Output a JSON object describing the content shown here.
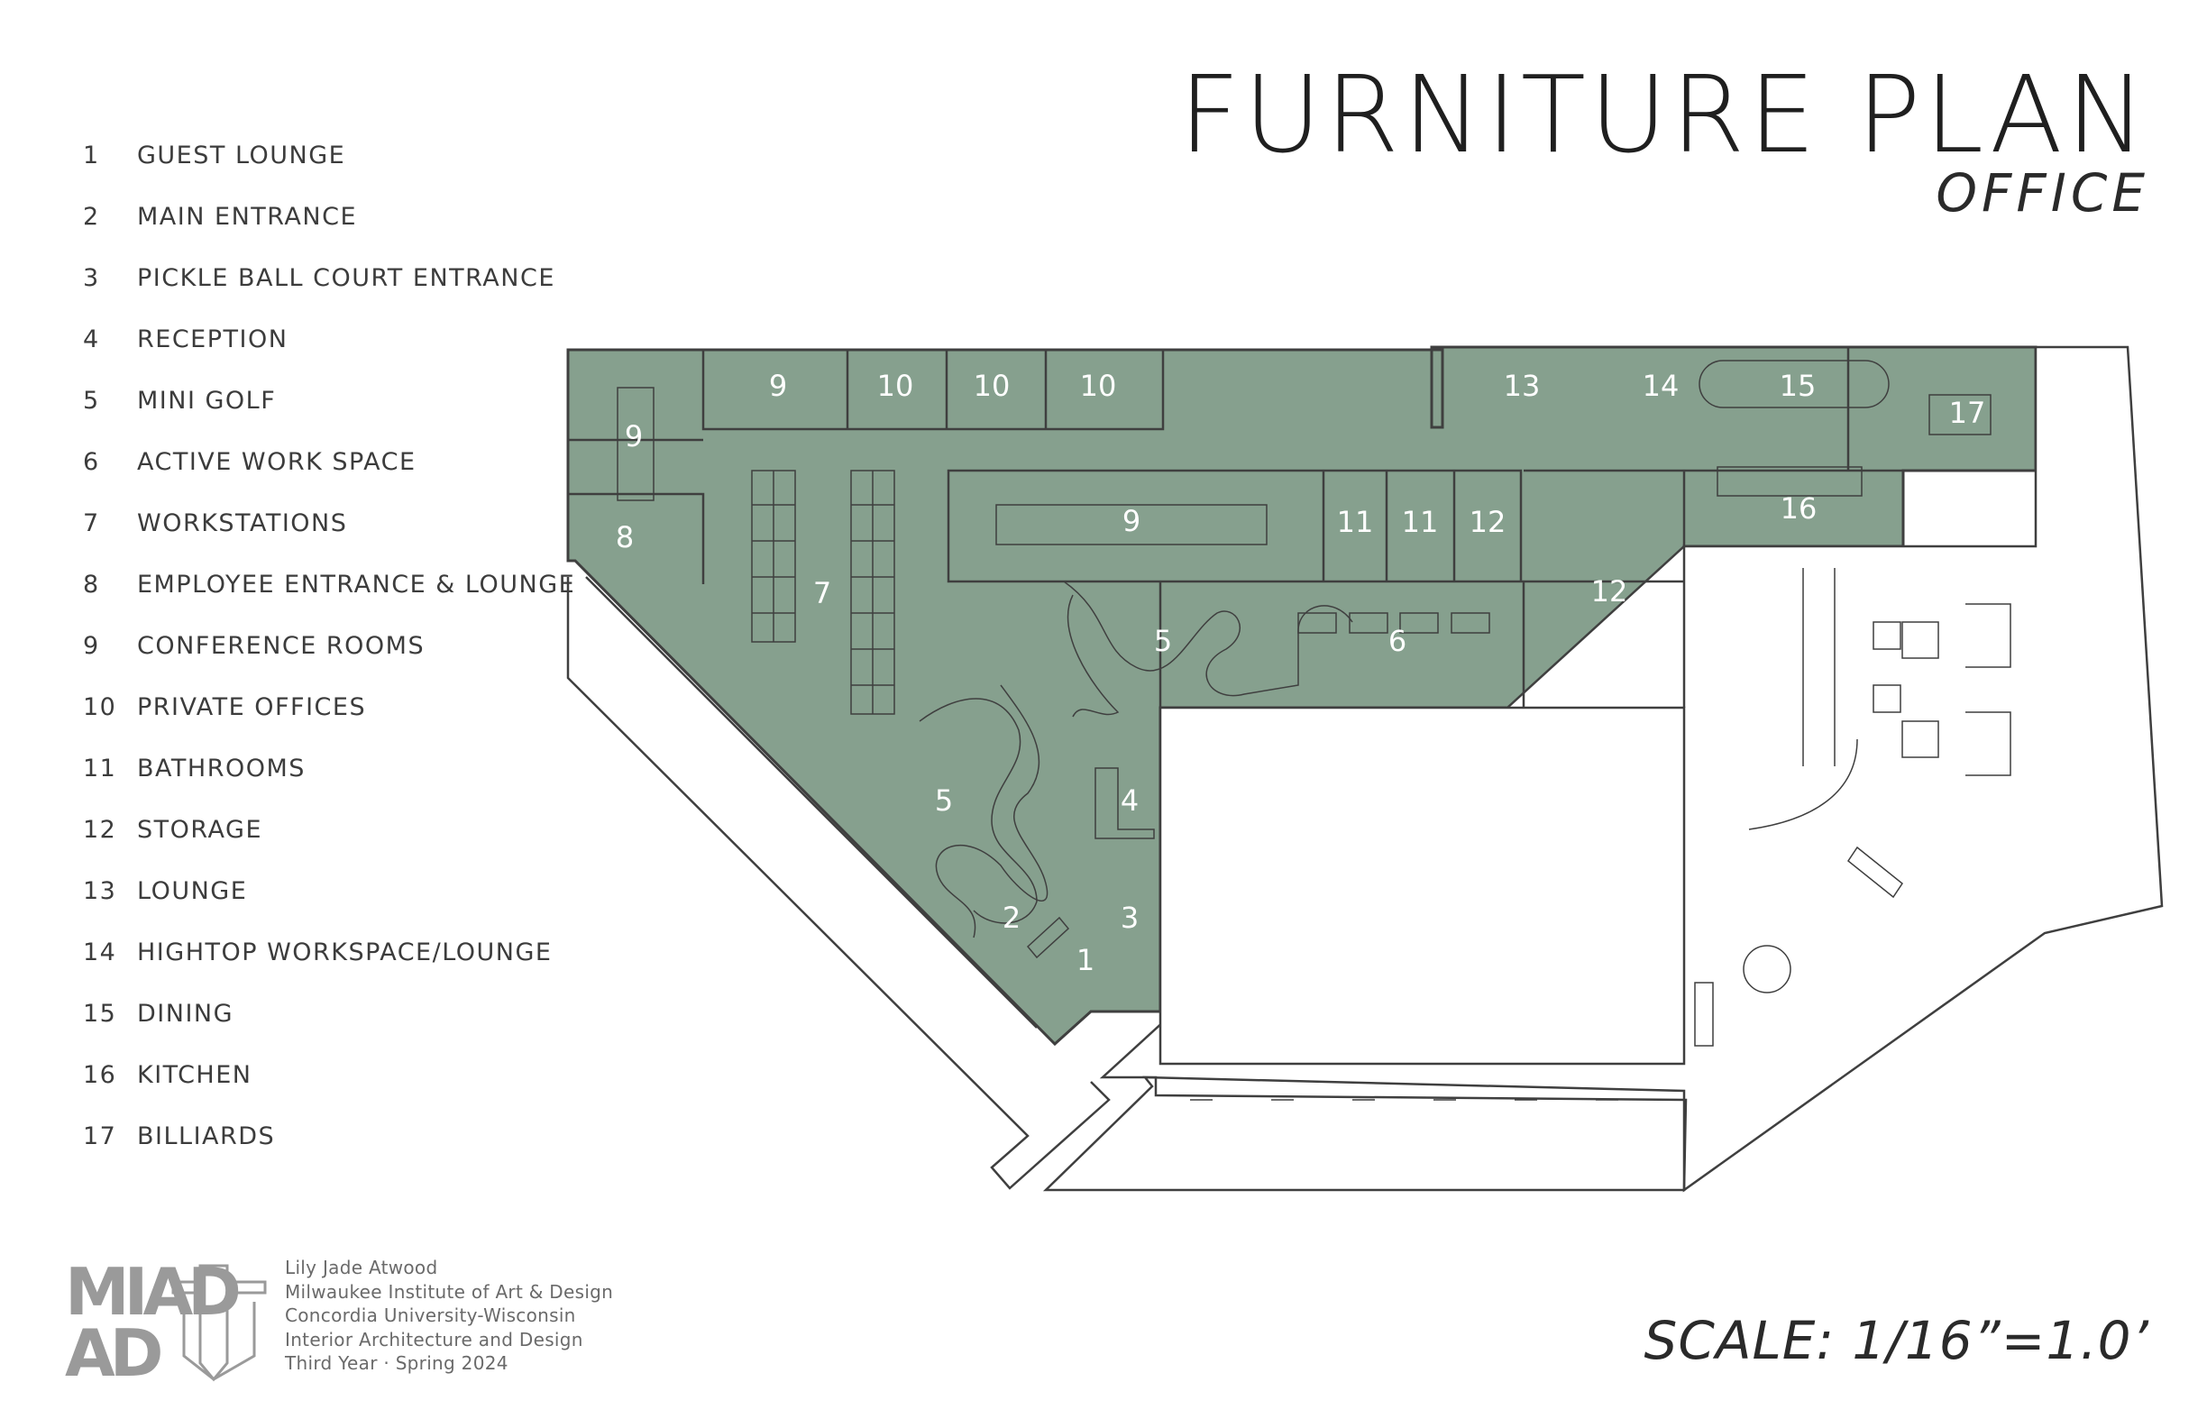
{
  "title": "FURNITURE PLAN",
  "subtitle": "OFFICE",
  "scale": "SCALE: 1/16”=1.0’",
  "legend": [
    {
      "num": "1",
      "label": "GUEST LOUNGE"
    },
    {
      "num": "2",
      "label": "MAIN ENTRANCE"
    },
    {
      "num": "3",
      "label": "PICKLE BALL COURT ENTRANCE"
    },
    {
      "num": "4",
      "label": "RECEPTION"
    },
    {
      "num": "5",
      "label": "MINI GOLF"
    },
    {
      "num": "6",
      "label": "ACTIVE WORK SPACE"
    },
    {
      "num": "7",
      "label": "WORKSTATIONS"
    },
    {
      "num": "8",
      "label": "EMPLOYEE ENTRANCE & LOUNGE"
    },
    {
      "num": "9",
      "label": "CONFERENCE ROOMS"
    },
    {
      "num": "10",
      "label": "PRIVATE OFFICES"
    },
    {
      "num": "11",
      "label": "BATHROOMS"
    },
    {
      "num": "12",
      "label": "STORAGE"
    },
    {
      "num": "13",
      "label": "LOUNGE"
    },
    {
      "num": "14",
      "label": "HIGHTOP WORKSPACE/LOUNGE"
    },
    {
      "num": "15",
      "label": "DINING"
    },
    {
      "num": "16",
      "label": "KITCHEN"
    },
    {
      "num": "17",
      "label": "BILLIARDS"
    }
  ],
  "credits": [
    "Lily Jade Atwood",
    "Milwaukee Institute of Art & Design",
    "Concordia University-Wisconsin",
    "Interior Architecture and Design",
    "Third Year · Spring 2024"
  ],
  "logo": {
    "line1": "MIAD",
    "line2": "AD",
    "icon": "concordia-shield-icon"
  },
  "room_labels": [
    "9",
    "10",
    "10",
    "10",
    "13",
    "14",
    "15",
    "17",
    "9",
    "9",
    "8",
    "7",
    "11",
    "11",
    "12",
    "16",
    "12",
    "5",
    "6",
    "5",
    "4",
    "2",
    "3",
    "1"
  ],
  "colors": {
    "fill": "#86a08e",
    "wall": "#3f3f3f",
    "title": "#1f1f1f",
    "label": "#ffffff"
  }
}
